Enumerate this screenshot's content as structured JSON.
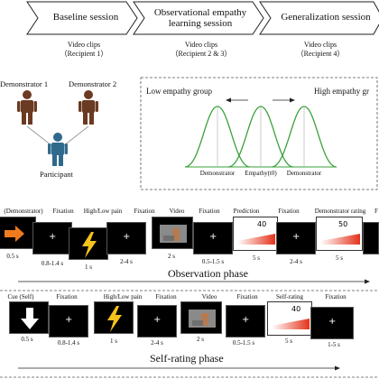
{
  "sessions": [
    {
      "title_l1": "Baseline session",
      "title_l2": "",
      "note_l1": "Video clips",
      "note_l2": "（Recipient 1）"
    },
    {
      "title_l1": "Observational empathy",
      "title_l2": "learning session",
      "note_l1": "Video clips",
      "note_l2": "（Recipient 2 & 3）"
    },
    {
      "title_l1": "Generalization session",
      "title_l2": "",
      "note_l1": "Video clips",
      "note_l2": "（Recipient 4）"
    }
  ],
  "people": {
    "demonstrator1": "Demonstrator 1",
    "demonstrator2": "Demonstrator 2",
    "participant": "Participant",
    "colors": {
      "demonstrator": "#6b3a22",
      "participant": "#2f6a8c"
    }
  },
  "empathy_curve": {
    "low_group": "Low empathy group",
    "high_group": "High empathy gr",
    "labels": [
      "Demonstrator",
      "Empathy(t0)",
      "Demonstrator"
    ],
    "curve_color": "#3aa13a"
  },
  "observation_row": {
    "labels": [
      "(Demonstrator)",
      "Fixation",
      "High/Low pain",
      "Fixation",
      "Video",
      "Fixation",
      "Prediction",
      "Fixation",
      "Demonstrator rating",
      "F"
    ],
    "durations": [
      "0.5 s",
      "0.8-1.4 s",
      "1 s",
      "2-4 s",
      "2 s",
      "0.5-1.5 s",
      "5 s",
      "2-4 s",
      "5 s",
      ""
    ],
    "rating_value": "40",
    "demonstrator_rating_value": "50",
    "phase": "Observation phase"
  },
  "self_row": {
    "labels": [
      "Cue (Self)",
      "Fixation",
      "High/Low pain",
      "Fixation",
      "Video",
      "Fixation",
      "Self-rating",
      "Fixation"
    ],
    "durations": [
      "0.5 s",
      "0.8-1.4 s",
      "1 s",
      "2-4 s",
      "2 s",
      "0.5-1.5 s",
      "5 s",
      "1-5 s"
    ],
    "rating_value": "40",
    "phase": "Self-rating phase"
  },
  "colors": {
    "cue_orange": "#f07a1e",
    "bolt": "#f5c21b",
    "screen": "#000000"
  }
}
